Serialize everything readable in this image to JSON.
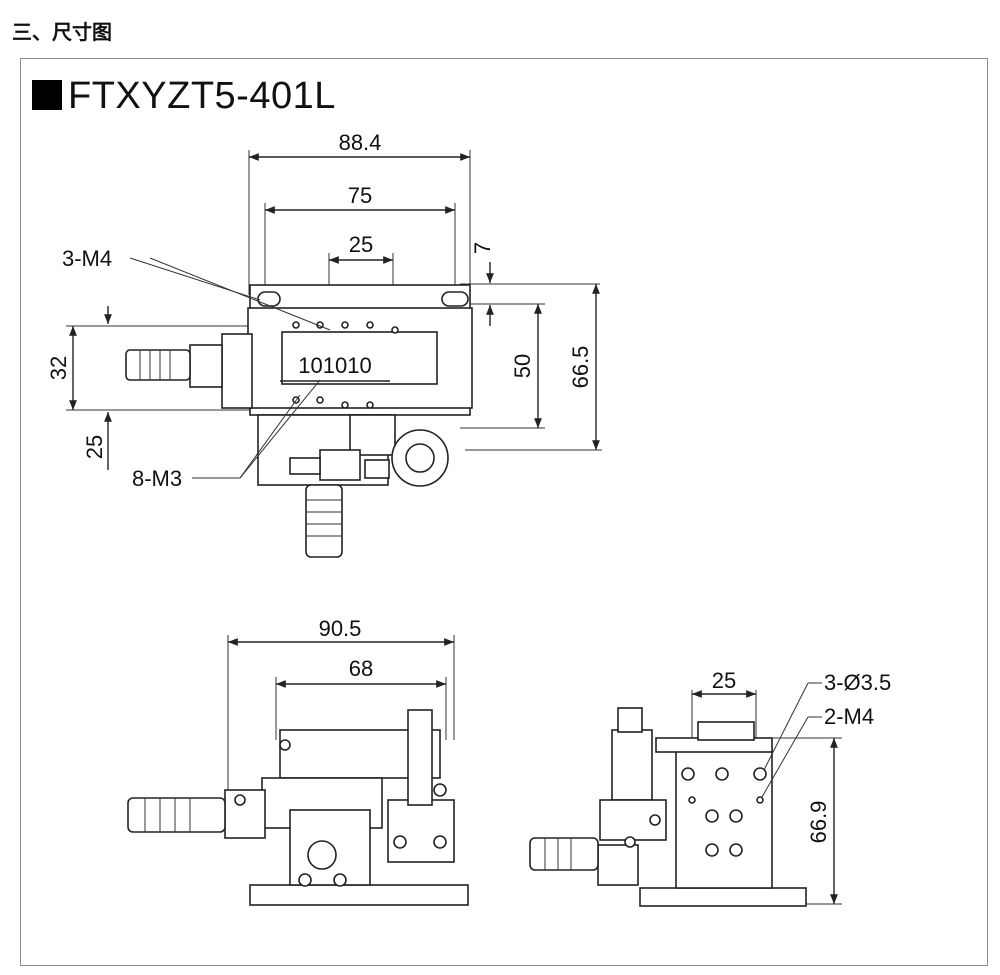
{
  "section": {
    "title": "三、尺寸图"
  },
  "model": {
    "name": "FTXYZT5-401L"
  },
  "top_view": {
    "dims": {
      "overall_width": "88.4",
      "hole_span": "75",
      "hole_pitch": "25",
      "offset": "7",
      "travel_height": "50",
      "overall_height": "66.5",
      "left_span": "32",
      "left_offset": "25",
      "pitch_row": "101010"
    },
    "callouts": {
      "top_holes": "3-M4",
      "bottom_holes": "8-M3"
    }
  },
  "front_view": {
    "dims": {
      "overall_width": "90.5",
      "inner_width": "68"
    }
  },
  "side_view": {
    "dims": {
      "pitch": "25",
      "height": "66.9"
    },
    "callouts": {
      "through_holes": "3-Ø3.5",
      "tapped_holes": "2-M4"
    }
  }
}
